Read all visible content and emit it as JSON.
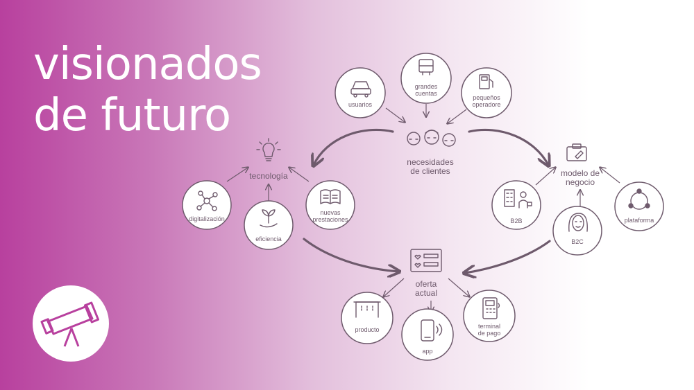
{
  "title": {
    "line1": "visionados",
    "line2": "de futuro"
  },
  "logo": {
    "icon": "telescope-icon"
  },
  "colors": {
    "accent": "#b8409e",
    "diagram": "#6e5a6c",
    "circle_fill": "#ffffff"
  },
  "nodes": {
    "usuarios": "usuarios",
    "grandes_cuentas": "grandes\ncuentas",
    "pequenos_operadore": "pequeños\noperadore",
    "necesidades": "necesidades\nde clientes",
    "tecnologia": "tecnología",
    "digitalizacion": "digitalización",
    "eficiencia": "eficiencia",
    "nuevas_prestaciones": "nuevas\nprestaciones",
    "modelo_negocio": "modelo de\nnegocio",
    "b2b": "B2B",
    "b2c": "B2C",
    "plataforma": "plataforma",
    "oferta_actual": "oferta\nactual",
    "producto": "producto",
    "app": "app",
    "terminal_pago": "terminal\nde pago"
  }
}
